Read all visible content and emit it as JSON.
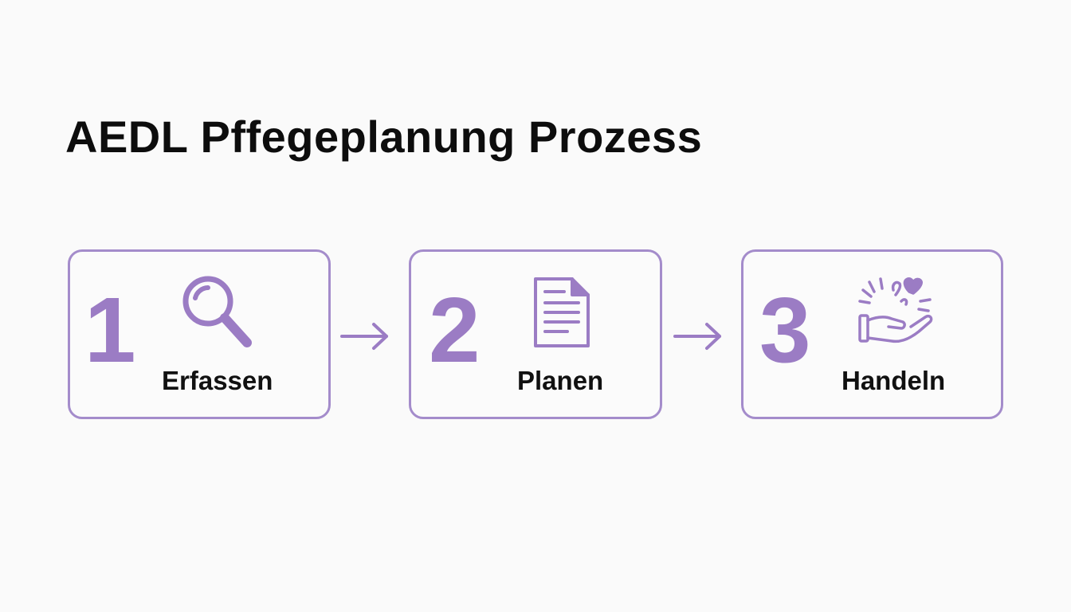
{
  "title": "AEDL Pffegeplanung Prozess",
  "colors": {
    "accent": "#9b7cc4",
    "border": "#a48ccb",
    "text": "#111111"
  },
  "steps": [
    {
      "number": "1",
      "label": "Erfassen",
      "icon": "magnifier-icon"
    },
    {
      "number": "2",
      "label": "Planen",
      "icon": "document-icon"
    },
    {
      "number": "3",
      "label": "Handeln",
      "icon": "caring-hand-icon"
    }
  ]
}
